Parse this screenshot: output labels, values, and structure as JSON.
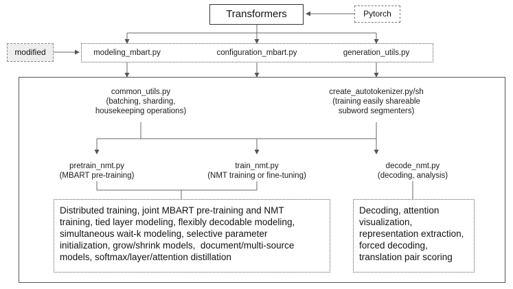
{
  "top": {
    "transformers": "Transformers",
    "pytorch": "Pytorch",
    "modified": "modified"
  },
  "files": {
    "modeling": "modeling_mbart.py",
    "configuration": "configuration_mbart.py",
    "generation": "generation_utils.py"
  },
  "utils": {
    "common": {
      "name": "common_utils.py",
      "desc1": "(batching, sharding,",
      "desc2": "housekeeping operations)"
    },
    "autotokenizer": {
      "name": "create_autotokenizer.py/sh",
      "desc1": "(training easily shareable",
      "desc2": "subword segmenters)"
    }
  },
  "scripts": {
    "pretrain": {
      "name": "pretrain_nmt.py",
      "desc": "(MBART pre-training)"
    },
    "train": {
      "name": "train_nmt.py",
      "desc": "(NMT training or fine-tuning)"
    },
    "decode": {
      "name": "decode_nmt.py",
      "desc": "(decoding, analysis)"
    }
  },
  "features": {
    "training": [
      "Distributed training, joint MBART pre-training and NMT",
      "training, tied layer modeling, flexibly decodable modeling,",
      "simultaneous wait-k modeling, selective parameter",
      "initialization, grow/shrink models,  document/multi-source",
      "models, softmax/layer/attention distillation"
    ],
    "decoding": [
      "Decoding, attention",
      "visualization,",
      "representation extraction,",
      "forced decoding,",
      "translation pair scoring"
    ]
  }
}
